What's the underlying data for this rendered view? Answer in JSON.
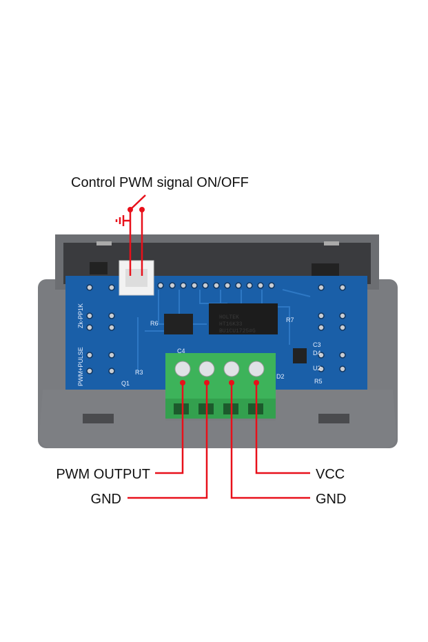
{
  "title": "Control PWM signal ON/OFF",
  "pins": [
    {
      "label": "PWM OUTPUT"
    },
    {
      "label": "GND"
    },
    {
      "label": "GND"
    },
    {
      "label": "VCC"
    }
  ],
  "board": {
    "silkscreen_model": "Zk-PP1K",
    "silkscreen_name": "PWM+PULSE",
    "chip_text": [
      "HOLTEK",
      "HT16K33",
      "BU1CU1725#G"
    ],
    "components": [
      "R6",
      "R7",
      "C3",
      "D4",
      "U2",
      "R5",
      "D2",
      "R3",
      "Q1",
      "C4"
    ]
  },
  "colors": {
    "wire": "#e8101a",
    "pcb": "#1a5fa8",
    "case": "#6c6e72",
    "terminal": "#3db35a"
  }
}
